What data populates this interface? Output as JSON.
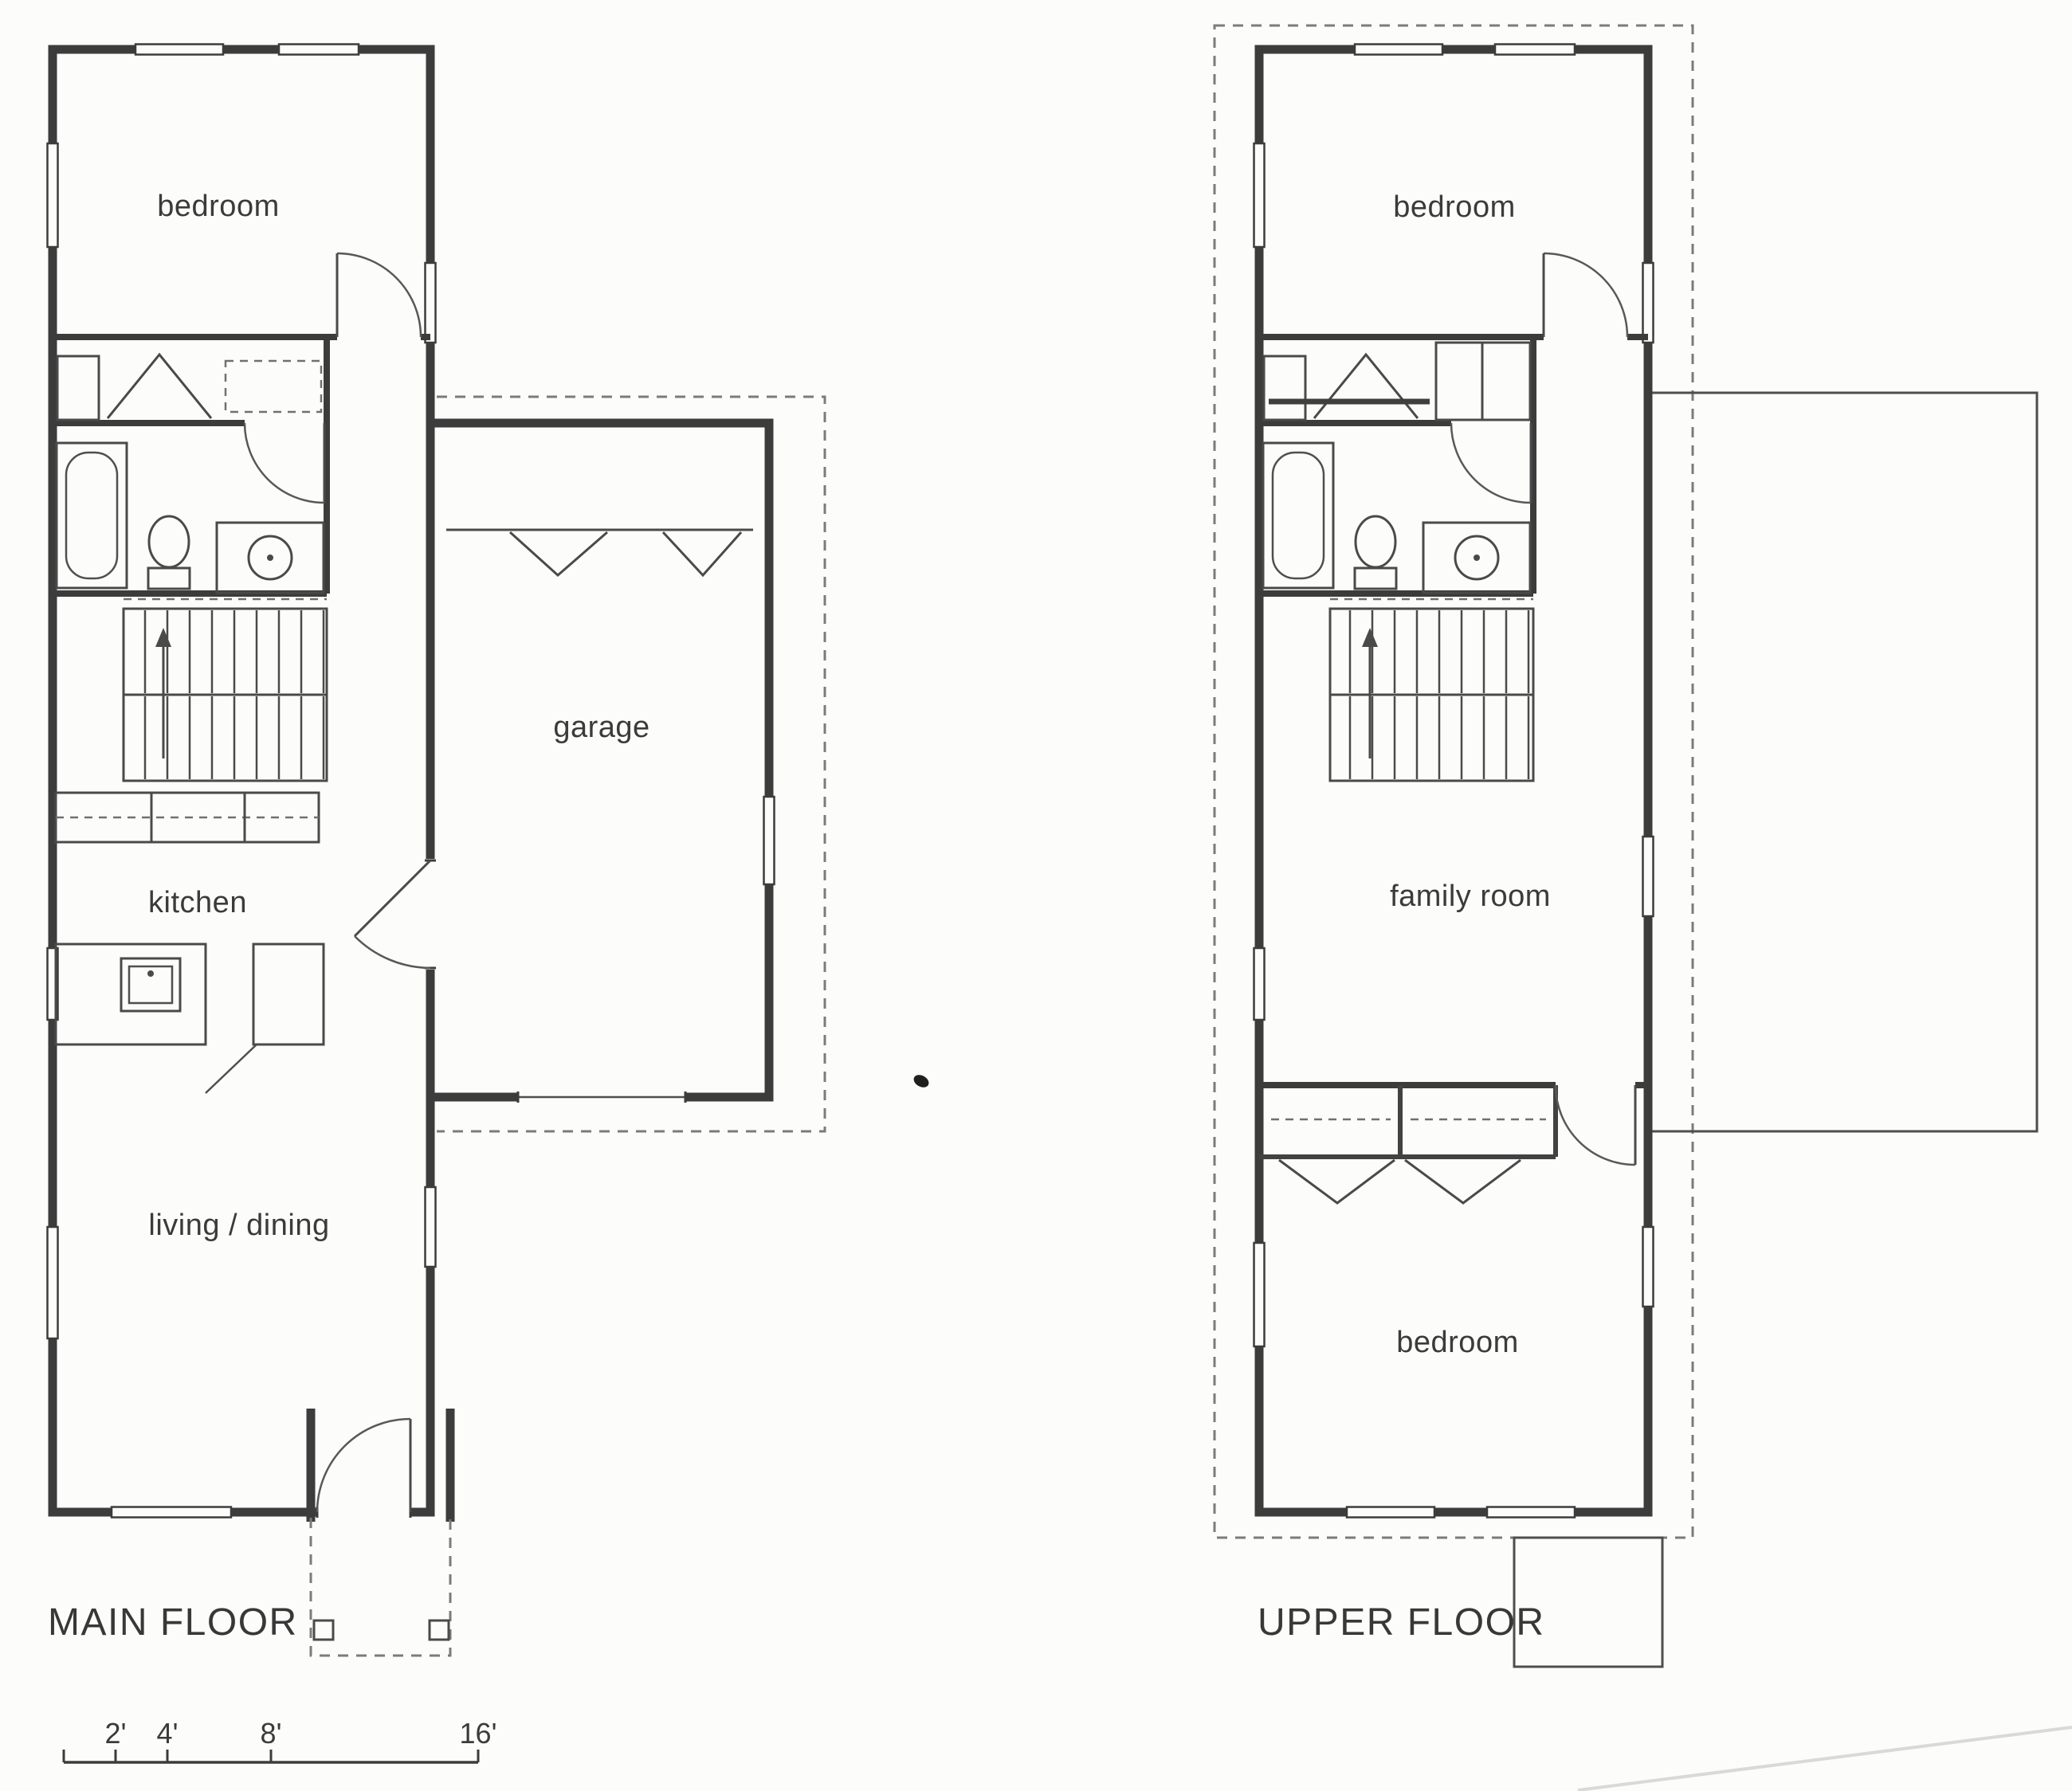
{
  "main_floor": {
    "title": "MAIN FLOOR",
    "rooms": {
      "bedroom": "bedroom",
      "garage": "garage",
      "kitchen": "kitchen",
      "living_dining": "living / dining"
    }
  },
  "upper_floor": {
    "title": "UPPER FLOOR",
    "rooms": {
      "bedroom_top": "bedroom",
      "family_room": "family room",
      "bedroom_bottom": "bedroom"
    }
  },
  "scale_bar": {
    "labels": [
      "2'",
      "4'",
      "8'",
      "16'"
    ]
  },
  "colors": {
    "ink": "#3c3c3c",
    "paper": "#fcfcfb",
    "dashed_line": "#7b7b7b"
  }
}
